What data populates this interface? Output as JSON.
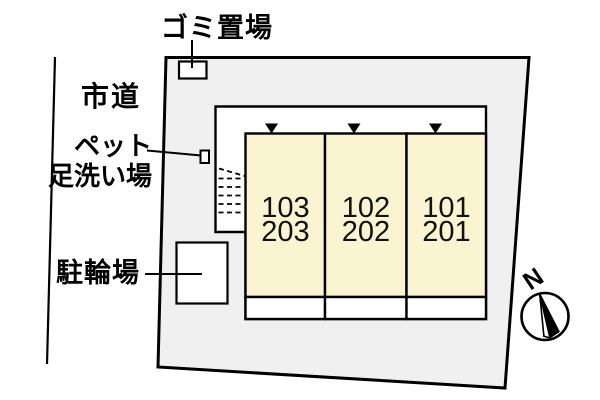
{
  "colors": {
    "background": "#ffffff",
    "site_fill": "#f0f0f0",
    "unit_fill": "#faf5d0",
    "outline": "#000000"
  },
  "labels": {
    "garbage_area": "ゴミ置場",
    "city_road": "市道",
    "pet_wash_line1": "ペット",
    "pet_wash_line2": "足洗い場",
    "bicycle_parking": "駐輪場"
  },
  "units": [
    {
      "line1": "103",
      "line2": "203"
    },
    {
      "line1": "102",
      "line2": "202"
    },
    {
      "line1": "101",
      "line2": "201"
    }
  ],
  "compass": {
    "north_label": "N"
  }
}
